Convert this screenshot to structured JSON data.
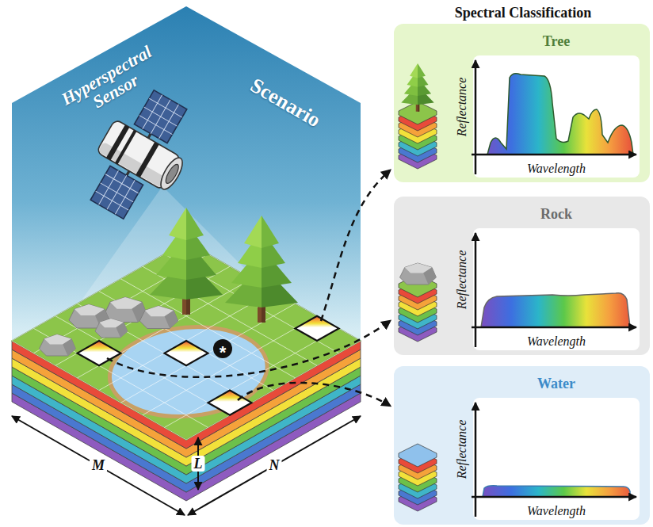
{
  "diagram": {
    "title": "Spectral Classification",
    "nodes": [
      {
        "text": [
          "Hyperspectral Sensor",
          "Scenario"
        ]
      },
      {
        "text": [
          "Tree",
          "Reflectance",
          "Wavelength"
        ]
      },
      {
        "text": [
          "Rock",
          "Reflectance",
          "Wavelength"
        ]
      },
      {
        "text": [
          "Water",
          "Reflectance",
          "Wavelength"
        ]
      }
    ],
    "labels": [
      "M",
      "L",
      "N",
      "*"
    ]
  }
}
